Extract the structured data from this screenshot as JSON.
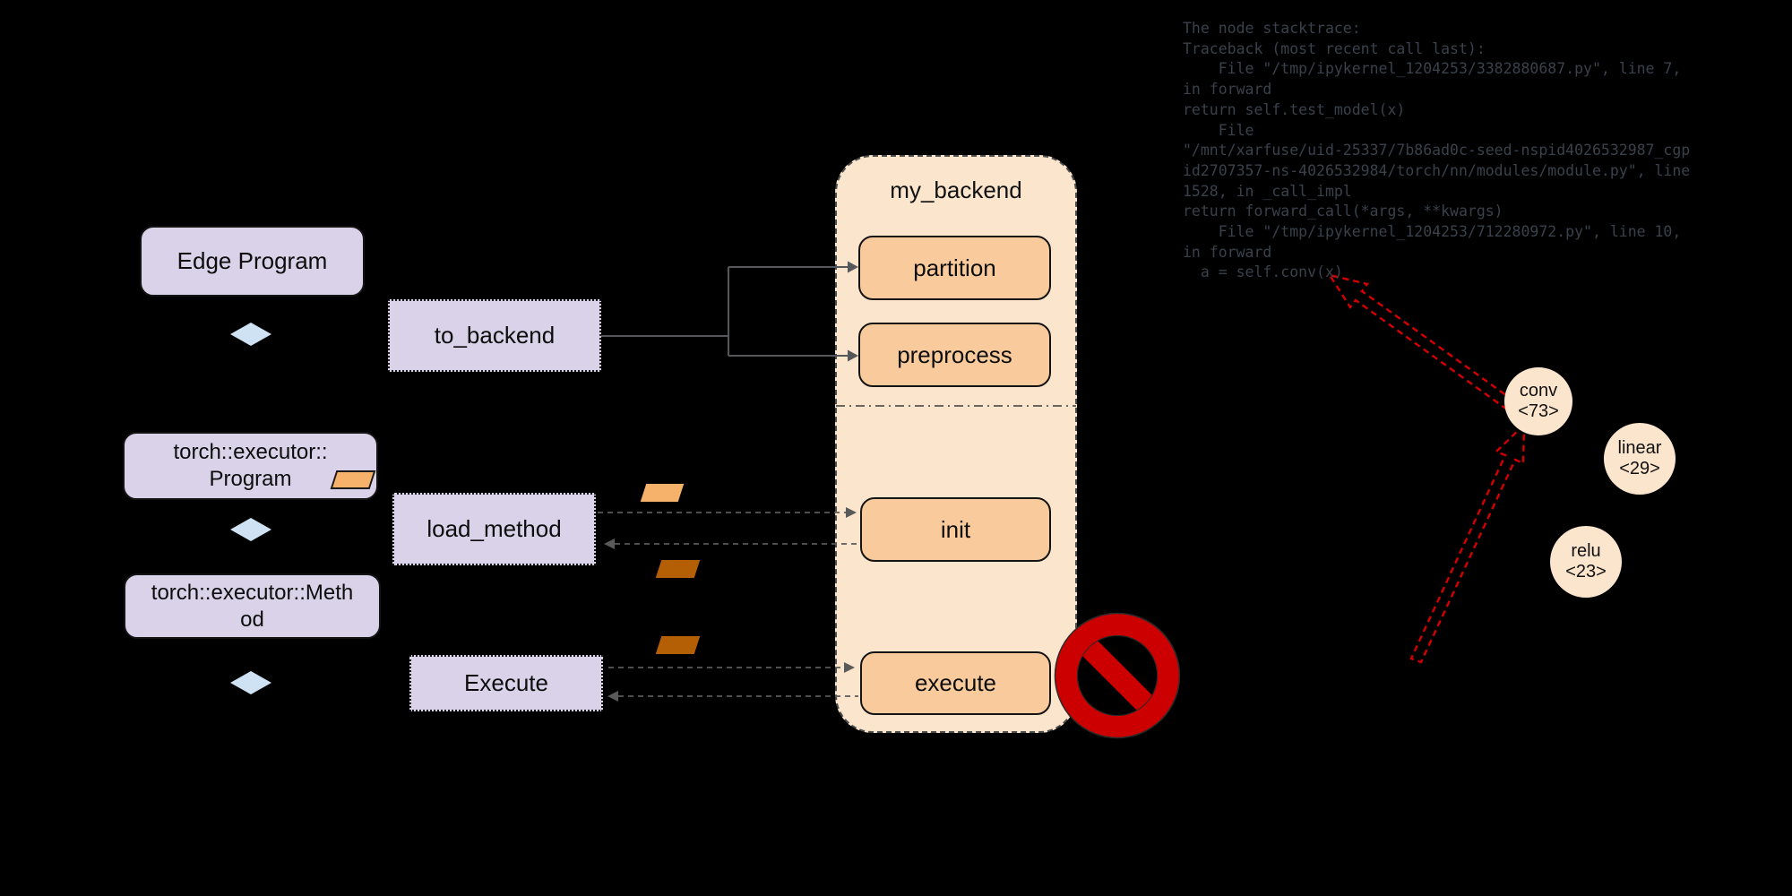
{
  "diagram": {
    "flow": {
      "edge_program": "Edge Program",
      "to_backend": "to_backend",
      "program_line1": "torch::executor::",
      "program_line2": "Program",
      "load_method": "load_method",
      "method_line1": "torch::executor::Meth",
      "method_line2": "od",
      "execute": "Execute"
    },
    "backend": {
      "title": "my_backend",
      "partition": "partition",
      "preprocess": "preprocess",
      "init": "init",
      "execute": "execute"
    },
    "nodes": {
      "conv": {
        "label": "conv",
        "id": "<73>"
      },
      "linear": {
        "label": "linear",
        "id": "<29>"
      },
      "relu": {
        "label": "relu",
        "id": "<23>"
      }
    },
    "icons": {
      "prohibition": "no-entry-icon",
      "aggregation": "diamond-icon",
      "payload": "parallelogram-blob-icon"
    },
    "stacktrace": "The node stacktrace:\nTraceback (most recent call last):\n    File \"/tmp/ipykernel_1204253/3382880687.py\", line 7,\nin forward\nreturn self.test_model(x)\n    File\n\"/mnt/xarfuse/uid-25337/7b86ad0c-seed-nspid4026532987_cgp\nid2707357-ns-4026532984/torch/nn/modules/module.py\", line\n1528, in _call_impl\nreturn forward_call(*args, **kwargs)\n    File \"/tmp/ipykernel_1204253/712280972.py\", line 10,\nin forward\n  a = self.conv(x)"
  },
  "colors": {
    "background": "#000000",
    "purple_box": "#d9d2e9",
    "backend_container": "#fce5cd",
    "stage_box": "#f9cb9c",
    "blob_light": "#f6b26b",
    "blob_dark": "#b45f06",
    "diamond": "#cfe2f3",
    "prohibited_red": "#cc0000",
    "arrow_red": "#d40000",
    "trace_text": "#3a414b",
    "connector_gray": "#55575a"
  }
}
